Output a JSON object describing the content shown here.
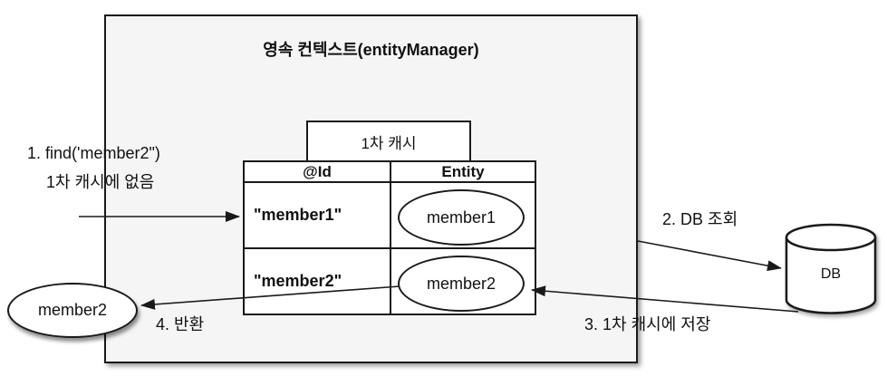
{
  "colors": {
    "line": "#1a1a1a",
    "box_fill": "#f5f5f5",
    "surface": "#ffffff",
    "text": "#111111"
  },
  "persistence_context": {
    "title": "영속 컨텍스트(entityManager)"
  },
  "first_level_cache": {
    "label": "1차 캐시",
    "table": {
      "headers": [
        "@Id",
        "Entity"
      ],
      "rows": [
        {
          "id": "\"member1\"",
          "entity": "member1"
        },
        {
          "id": "\"member2\"",
          "entity": "member2"
        }
      ]
    }
  },
  "result_entity": {
    "label": "member2"
  },
  "database": {
    "label": "DB"
  },
  "steps": {
    "find": {
      "line1": "1. find('member2\")",
      "line2": "1차 캐시에 없음"
    },
    "db_query": "2. DB 조회",
    "store_to_cache": "3. 1차 캐시에 저장",
    "return": "4. 반환"
  }
}
